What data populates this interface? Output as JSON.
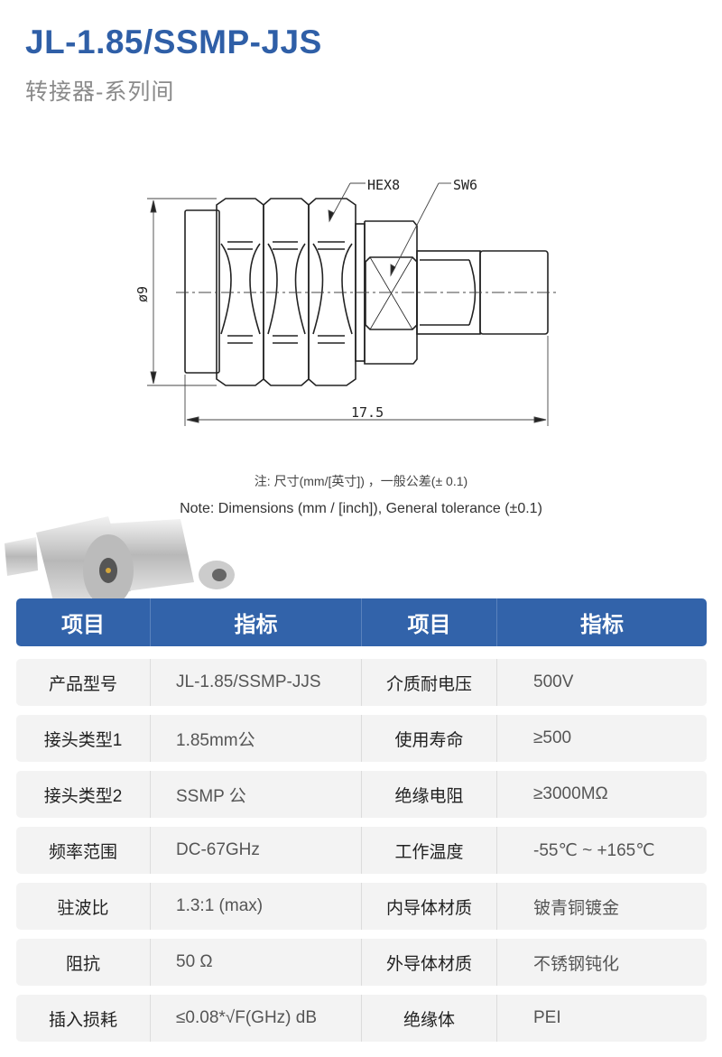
{
  "title": "JL-1.85/SSMP-JJS",
  "subtitle": "转接器-系列间",
  "drawing": {
    "hex_label": "HEX8",
    "sw_label": "SW6",
    "diameter_label": "ø9",
    "length_label": "17.5"
  },
  "note_cn": "注: 尺寸(mm/[英寸]) ，一般公差(± 0.1)",
  "note_en": "Note: Dimensions (mm / [inch]), General tolerance (±0.1)",
  "table": {
    "headers": [
      "项目",
      "指标",
      "项目",
      "指标"
    ],
    "rows": [
      [
        "产品型号",
        "JL-1.85/SSMP-JJS",
        "介质耐电压",
        "500V"
      ],
      [
        "接头类型1",
        "1.85mm公",
        "使用寿命",
        "≥500"
      ],
      [
        "接头类型2",
        "SSMP 公",
        "绝缘电阻",
        "≥3000MΩ"
      ],
      [
        "频率范围",
        "DC-67GHz",
        "工作温度",
        "-55℃ ~ +165℃"
      ],
      [
        "驻波比",
        "1.3:1 (max)",
        "内导体材质",
        "铍青铜镀金"
      ],
      [
        "阻抗",
        "50 Ω",
        "外导体材质",
        "不锈钢钝化"
      ],
      [
        "插入损耗",
        "≤0.08*√F(GHz) dB",
        "绝缘体",
        "PEI"
      ]
    ]
  },
  "colors": {
    "accent": "#2f5fa7",
    "header_bg": "#3263aa",
    "row_bg": "#f3f3f3"
  }
}
